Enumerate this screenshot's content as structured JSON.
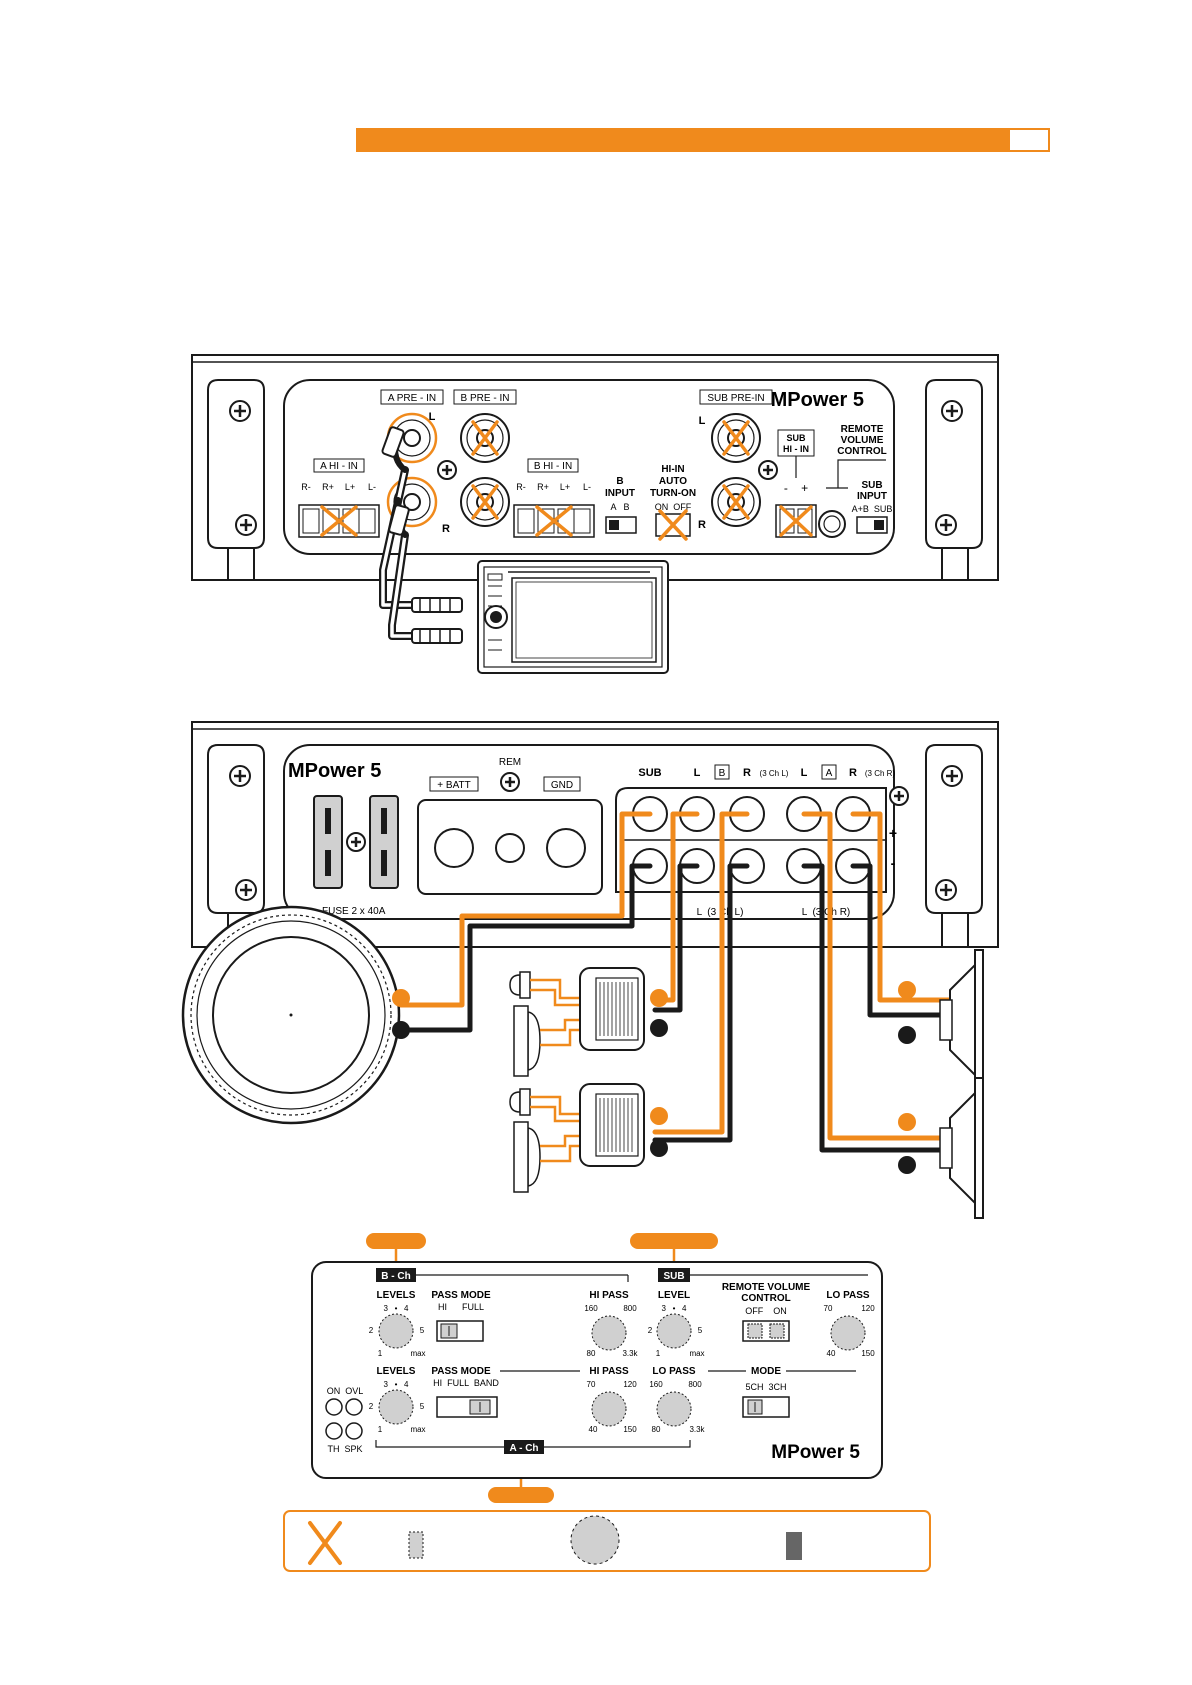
{
  "colors": {
    "accent": "#f08a1c",
    "dark": "#1a1a1a",
    "cable_black": "#1a1a1a",
    "fill_gray": "#d0d0d0"
  },
  "header": {
    "page_number": ""
  },
  "top_panel": {
    "brand": "MPower 5",
    "a_pre_in": "A PRE - IN",
    "b_pre_in": "B PRE - IN",
    "sub_pre_in": "SUB PRE-IN",
    "a_hi_in": "A HI - IN",
    "b_hi_in": "B HI - IN",
    "hi_in_pins": [
      "R-",
      "R+",
      "L+",
      "L-"
    ],
    "label_L": "L",
    "label_R": "R",
    "b_input_title": [
      "B",
      "INPUT"
    ],
    "b_input_options": "A   B",
    "hi_in_auto_title": [
      "HI-IN",
      "AUTO",
      "TURN-ON"
    ],
    "hi_in_auto_options": "ON  OFF",
    "sub_hi_in": [
      "SUB",
      "HI - IN"
    ],
    "sub_hi_in_pins": "-    +",
    "remote_volume": [
      "REMOTE",
      "VOLUME",
      "CONTROL"
    ],
    "sub_input_title": [
      "SUB",
      "INPUT"
    ],
    "sub_input_options": "A+B  SUB"
  },
  "bottom_panel": {
    "brand": "MPower 5",
    "batt": "+ BATT",
    "rem": "REM",
    "gnd": "GND",
    "fuse": "FUSE 2 x 40A",
    "out_sub": "SUB",
    "out_b_l": "L",
    "out_b_badge": "B",
    "out_b_r": "R",
    "out_b_r_sub": "(3 Ch L)",
    "out_a_l": "L",
    "out_a_badge": "A",
    "out_a_r": "R",
    "out_a_r_sub": "(3 Ch R)",
    "bottom_l1": "L  (3 Ch L)",
    "bottom_l2": "L  (3 Ch R)",
    "plus": "+",
    "minus": "-"
  },
  "control_panel": {
    "brand": "MPower 5",
    "b_ch": "B - Ch",
    "sub": "SUB",
    "a_ch": "A - Ch",
    "levels": "LEVELS",
    "level": "LEVEL",
    "pass_mode": "PASS MODE",
    "pass_mode_b_opts": "HI      FULL",
    "pass_mode_a_opts": "HI  FULL  BAND",
    "hi_pass": "HI PASS",
    "lo_pass": "LO PASS",
    "mode": "MODE",
    "mode_opts": "5CH  3CH",
    "remote_volume": [
      "REMOTE VOLUME",
      "CONTROL"
    ],
    "remote_opts": "OFF    ON",
    "led_top": "ON  OVL",
    "led_bottom": "TH  SPK",
    "knob_levels_top": "3   •   4",
    "knob_levels_l": "2",
    "knob_levels_r": "5",
    "knob_levels_bl": "1",
    "knob_levels_br": "max",
    "hp_b_tl": "160",
    "hp_b_tr": "800",
    "hp_b_bl": "80",
    "hp_b_br": "3.3k",
    "lp_sub_tl": "70",
    "lp_sub_tr": "120",
    "lp_sub_bl": "40",
    "lp_sub_br": "150",
    "hp_a_tl": "70",
    "hp_a_tr": "120",
    "hp_a_bl": "40",
    "hp_a_br": "150",
    "lp_a_tl": "160",
    "lp_a_tr": "800",
    "lp_a_bl": "80",
    "lp_a_br": "3.3k"
  }
}
